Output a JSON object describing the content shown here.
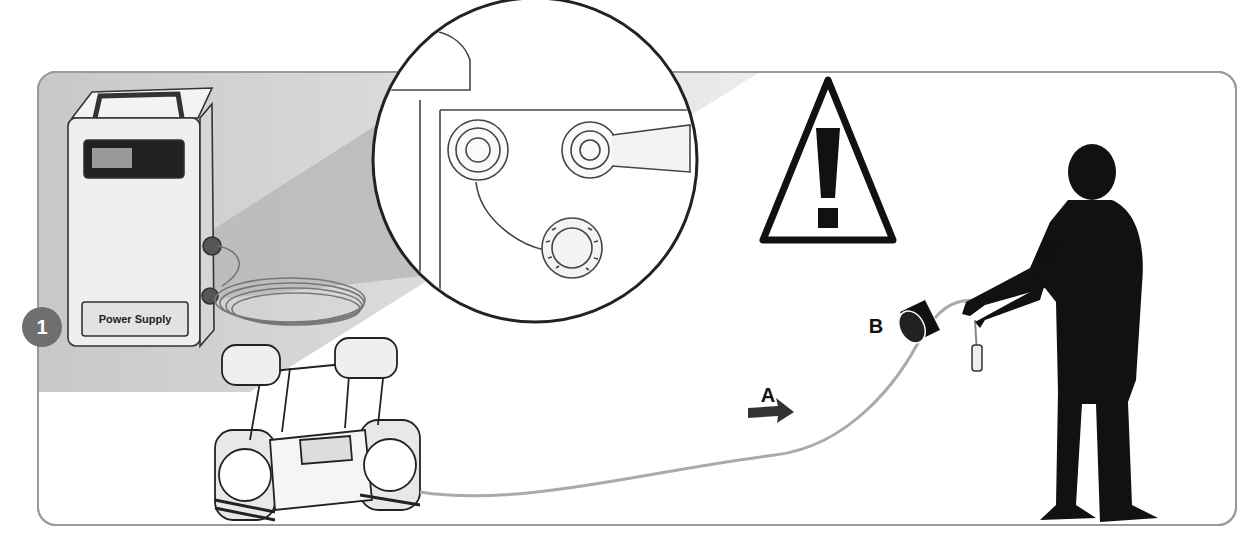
{
  "diagram": {
    "labels": [
      "1",
      "Power Supply",
      "A",
      "B"
    ]
  }
}
